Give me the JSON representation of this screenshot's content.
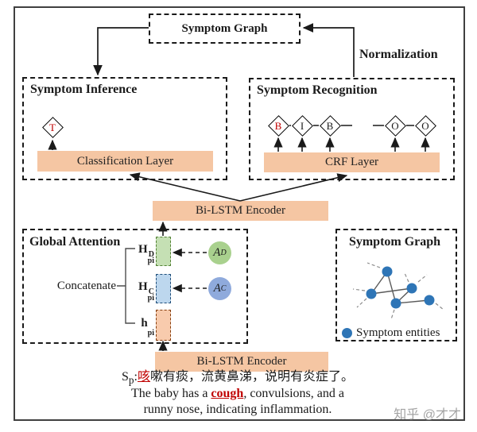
{
  "colors": {
    "bar_fill": "#f5c6a3",
    "entity_red": "#c00000",
    "tag_black": "#1a1a1a",
    "vector_green_fill": "#c5e0b4",
    "vector_green_border": "#538135",
    "vector_blue_fill": "#bdd7ee",
    "vector_blue_border": "#1f4e79",
    "vector_peach_fill": "#f8cbad",
    "vector_peach_border": "#843c0c",
    "circle_green": "#a9d18e",
    "circle_blue": "#8faadc",
    "graph_node_blue": "#2e75b6",
    "frame_gray": "#404040"
  },
  "top": {
    "symptom_graph_title": "Symptom Graph",
    "normalization_label": "Normalization"
  },
  "inference": {
    "title": "Symptom Inference",
    "tag": {
      "label": "T",
      "color": "#c00000"
    },
    "layer_label": "Classification Layer"
  },
  "recognition": {
    "title": "Symptom Recognition",
    "tags": [
      {
        "label": "B",
        "color": "#c00000"
      },
      {
        "label": "I",
        "color": "#1a1a1a"
      },
      {
        "label": "B",
        "color": "#1a1a1a"
      },
      {
        "label": "O",
        "color": "#1a1a1a"
      },
      {
        "label": "O",
        "color": "#1a1a1a"
      }
    ],
    "layer_label": "CRF Layer"
  },
  "encoders": {
    "middle_label": "Bi-LSTM Encoder",
    "bottom_label": "Bi-LSTM Encoder"
  },
  "global_attention": {
    "title": "Global Attention",
    "concatenate_label": "Concatenate",
    "vectors": [
      {
        "base": "H",
        "sup": "D",
        "sub": "pi"
      },
      {
        "base": "H",
        "sup": "C",
        "sub": "pi"
      },
      {
        "base": "h",
        "sup": "",
        "sub": "pi"
      }
    ],
    "circles": [
      {
        "base": "A",
        "sub": "D"
      },
      {
        "base": "A",
        "sub": "C"
      }
    ]
  },
  "symptom_graph": {
    "title": "Symptom Graph",
    "legend_label": "Symptom entities"
  },
  "sentence": {
    "prefix_base": "S",
    "prefix_sub": "p",
    "prefix_colon": ":",
    "line1_highlight": "咳",
    "line1_rest": "嗽有痰，流黄鼻涕，说明有炎症了。",
    "line2_pre": "The baby has a ",
    "line2_highlight": "cough",
    "line2_post": ", convulsions, and a",
    "line3": "runny nose, indicating inflammation."
  },
  "watermark": "知乎 @才才"
}
